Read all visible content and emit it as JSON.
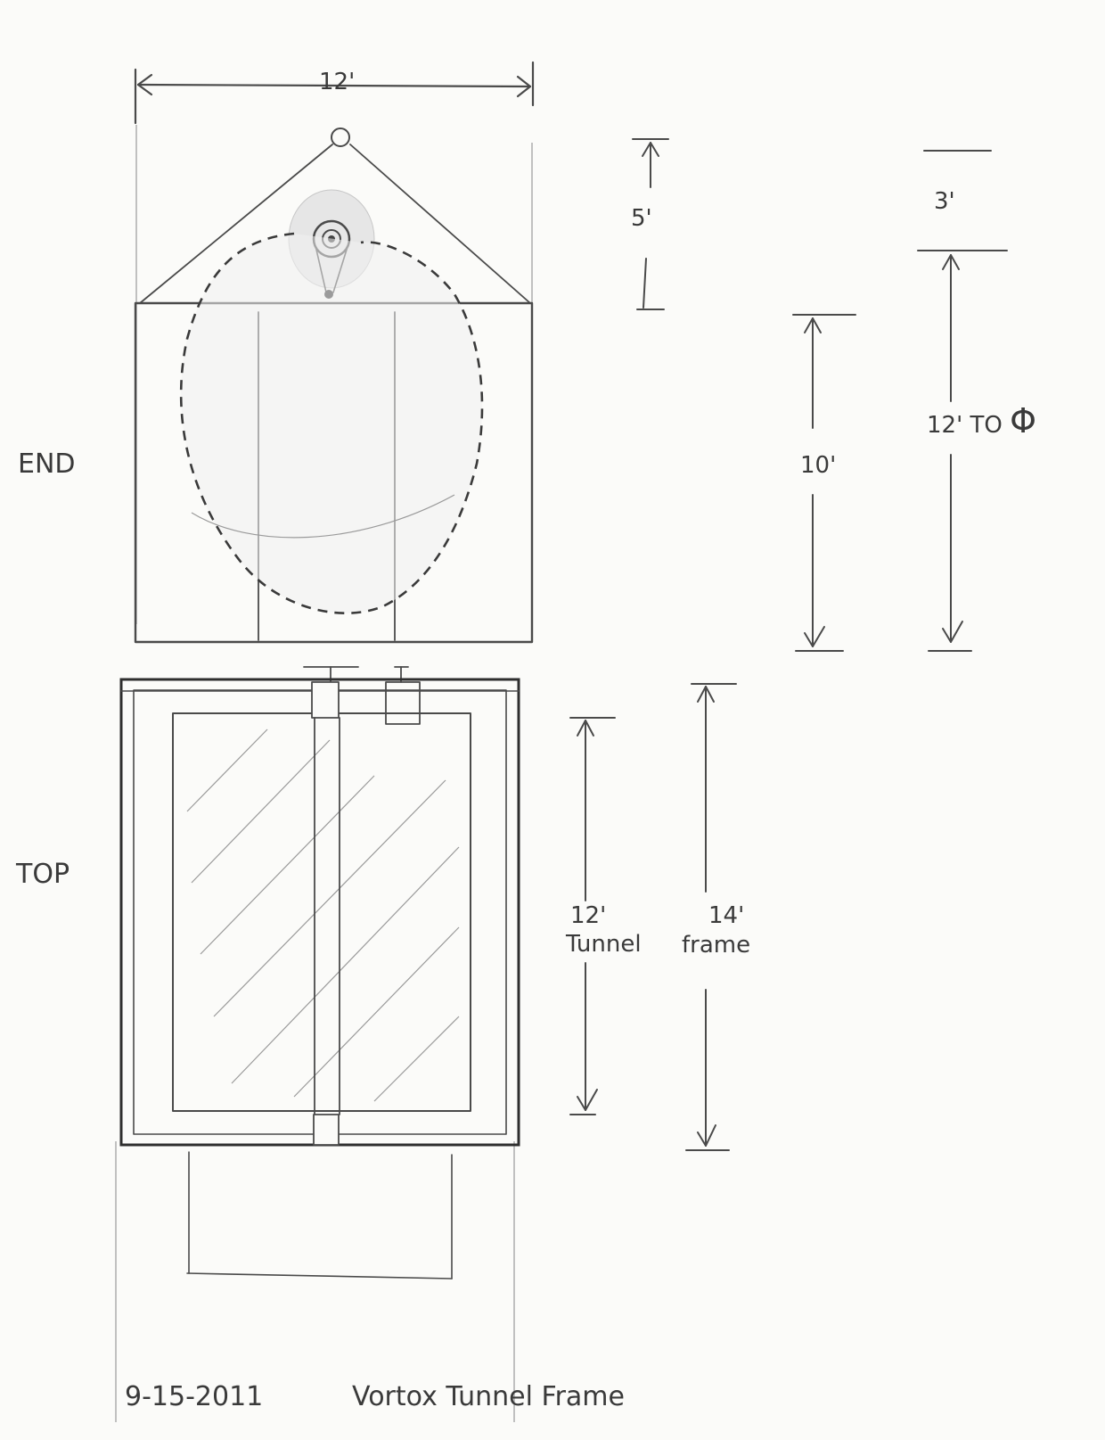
{
  "labels": {
    "view_end": "END",
    "view_top": "TOP",
    "dim_width_top": "12'",
    "dim_5": "5'",
    "dim_3": "3'",
    "dim_10": "10'",
    "dim_12_to_cl": "12' TO ",
    "centerline_symbol": "Φ",
    "dim_12_tunnel_value": "12'",
    "dim_12_tunnel_word": "Tunnel",
    "dim_14_frame_value": "14'",
    "dim_14_frame_word": "frame"
  },
  "footer": {
    "date": "9-15-2011",
    "title": "Vortox Tunnel Frame"
  }
}
